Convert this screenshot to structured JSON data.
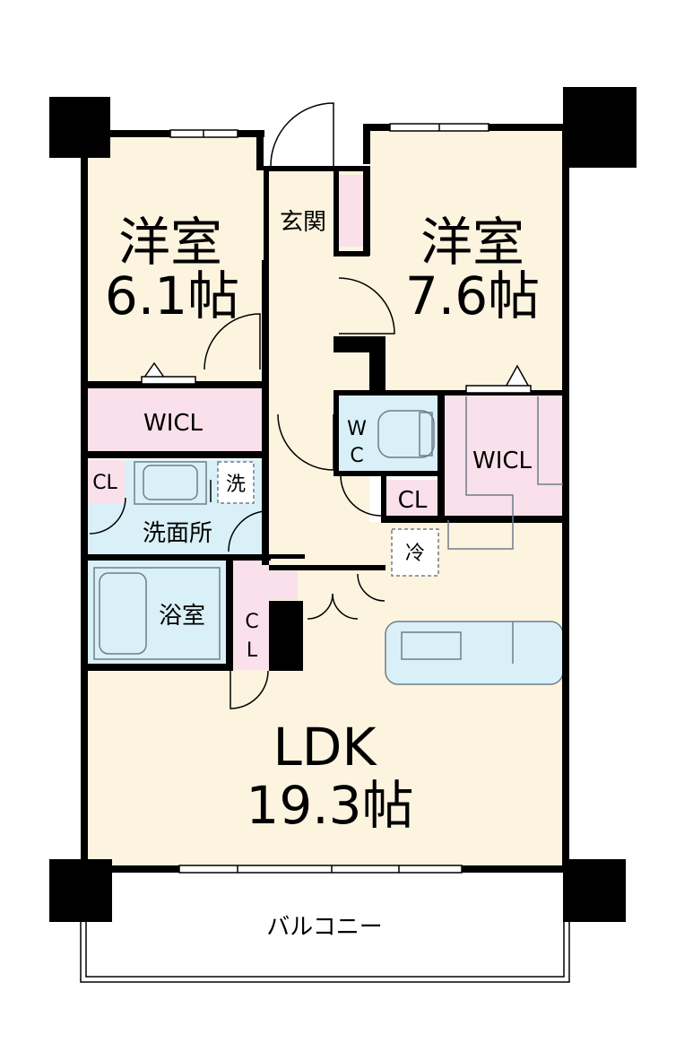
{
  "rooms": {
    "room1": {
      "name": "洋室",
      "size": "6.1帖"
    },
    "room2": {
      "name": "洋室",
      "size": "7.6帖"
    },
    "ldk": {
      "name": "LDK",
      "size": "19.3帖"
    },
    "entrance": "玄関",
    "wicl1": "WICL",
    "wicl2": "WICL",
    "washroom": "洗面所",
    "bath": "浴室",
    "toilet": [
      "W",
      "C"
    ],
    "cl_wash": "CL",
    "cl_toilet": "CL",
    "cl_ldk": [
      "C",
      "L"
    ],
    "washer": "洗",
    "fridge": "冷",
    "balcony": "バルコニー"
  },
  "colors": {
    "room_floor": "#fcf4df",
    "storage": "#f9e0ea",
    "wet_area": "#d9f0f8",
    "wall": "#000000",
    "fixture_line": "#6f7d88"
  }
}
